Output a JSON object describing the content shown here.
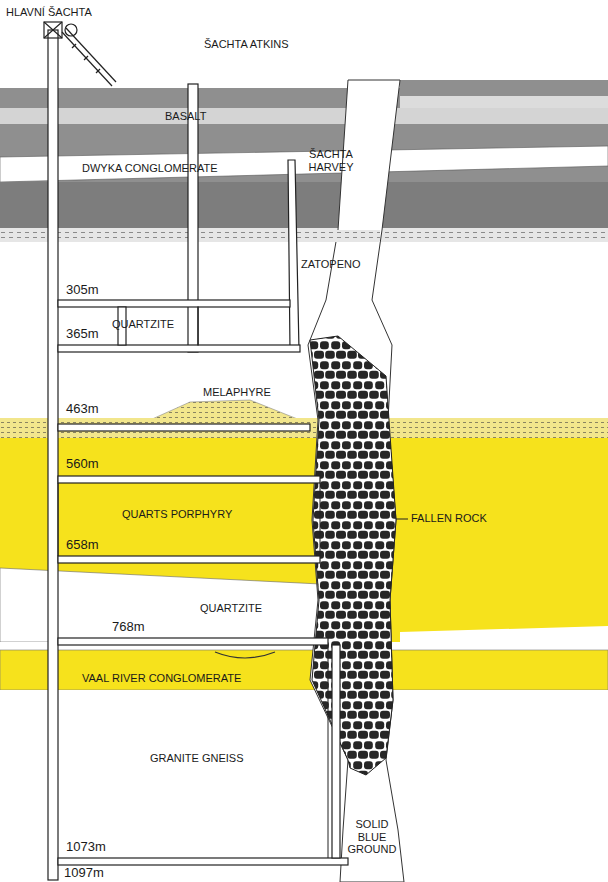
{
  "diagram": {
    "labels": [
      "HLAVNÍ ŠACHTA",
      "ŠACHTA ATKINS",
      "ŠACHTA HARVEY",
      "BASALT",
      "DWYKA CONGLOMERATE",
      "ZATOPENO",
      "305m",
      "QUARTZITE",
      "365m",
      "MELAPHYRE",
      "463m",
      "560m",
      "QUARTS PORPHYRY",
      "658m",
      "FALLEN ROCK",
      "QUARTZITE",
      "768m",
      "VAAL RIVER CONGLOMERATE",
      "GRANITE GNEISS",
      "1073m",
      "1097m",
      "SOLID BLUE GROUND"
    ]
  }
}
